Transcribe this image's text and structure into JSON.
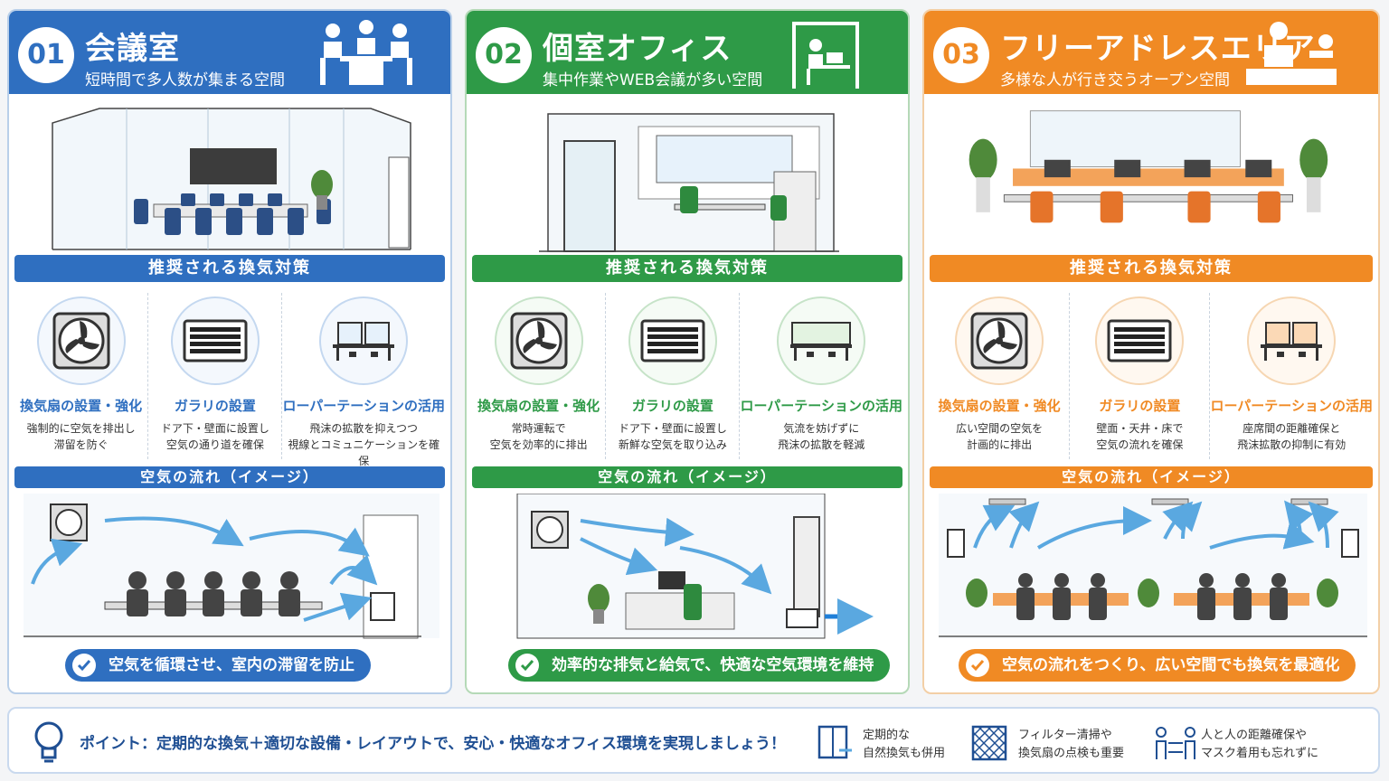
{
  "panels": [
    {
      "num": "01",
      "title": "会議室",
      "subtitle": "短時間で多人数が集まる空間",
      "icon": "meeting-people-icon",
      "recommend_label": "推奨される換気対策",
      "measures": [
        {
          "icon": "ventilation-fan-icon",
          "title": "換気扇の設置・強化",
          "desc1": "強制的に空気を排出し",
          "desc2": "滞留を防ぐ"
        },
        {
          "icon": "louver-vent-icon",
          "title": "ガラリの設置",
          "desc1": "ドア下・壁面に設置し",
          "desc2": "空気の通り道を確保"
        },
        {
          "icon": "low-partition-icon",
          "title": "ローパーテーションの活用",
          "desc1": "飛沫の拡散を抑えつつ",
          "desc2": "視線とコミュニケーションを確保"
        }
      ],
      "flow_label": "空気の流れ（イメージ）",
      "conclusion": "空気を循環させ、室内の滞留を防止"
    },
    {
      "num": "02",
      "title": "個室オフィス",
      "subtitle": "集中作業やWEB会議が多い空間",
      "icon": "private-office-icon",
      "recommend_label": "推奨される換気対策",
      "measures": [
        {
          "icon": "ventilation-fan-icon",
          "title": "換気扇の設置・強化",
          "desc1": "常時運転で",
          "desc2": "空気を効率的に排出"
        },
        {
          "icon": "louver-vent-icon",
          "title": "ガラリの設置",
          "desc1": "ドア下・壁面に設置し",
          "desc2": "新鮮な空気を取り込み"
        },
        {
          "icon": "low-partition-icon",
          "title": "ローパーテーションの活用",
          "desc1": "気流を妨げずに",
          "desc2": "飛沫の拡散を軽減"
        }
      ],
      "flow_label": "空気の流れ（イメージ）",
      "conclusion": "効率的な排気と給気で、快適な空気環境を維持"
    },
    {
      "num": "03",
      "title": "フリーアドレスエリア",
      "subtitle": "多様な人が行き交うオープン空間",
      "icon": "open-desk-icon",
      "recommend_label": "推奨される換気対策",
      "measures": [
        {
          "icon": "ventilation-fan-icon",
          "title": "換気扇の設置・強化",
          "desc1": "広い空間の空気を",
          "desc2": "計画的に排出"
        },
        {
          "icon": "louver-vent-icon",
          "title": "ガラリの設置",
          "desc1": "壁面・天井・床で",
          "desc2": "空気の流れを確保"
        },
        {
          "icon": "low-partition-icon",
          "title": "ローパーテーションの活用",
          "desc1": "座席間の距離確保と",
          "desc2": "飛沫拡散の抑制に有効"
        }
      ],
      "flow_label": "空気の流れ（イメージ）",
      "conclusion": "空気の流れをつくり、広い空間でも換気を最適化"
    }
  ],
  "footer": {
    "point": "ポイント：定期的な換気＋適切な設備・レイアウトで、安心・快適なオフィス環境を実現しましょう！",
    "tips": [
      {
        "icon": "window-open-icon",
        "line1": "定期的な",
        "line2": "自然換気も併用"
      },
      {
        "icon": "filter-icon",
        "line1": "フィルター清掃や",
        "line2": "換気扇の点検も重要"
      },
      {
        "icon": "distance-icon",
        "line1": "人と人の距離確保や",
        "line2": "マスク着用も忘れずに"
      }
    ]
  },
  "colors": {
    "blue": "#2f6fc0",
    "green": "#2e9a47",
    "orange": "#f08a24",
    "arrow": "#5aa8e0"
  }
}
